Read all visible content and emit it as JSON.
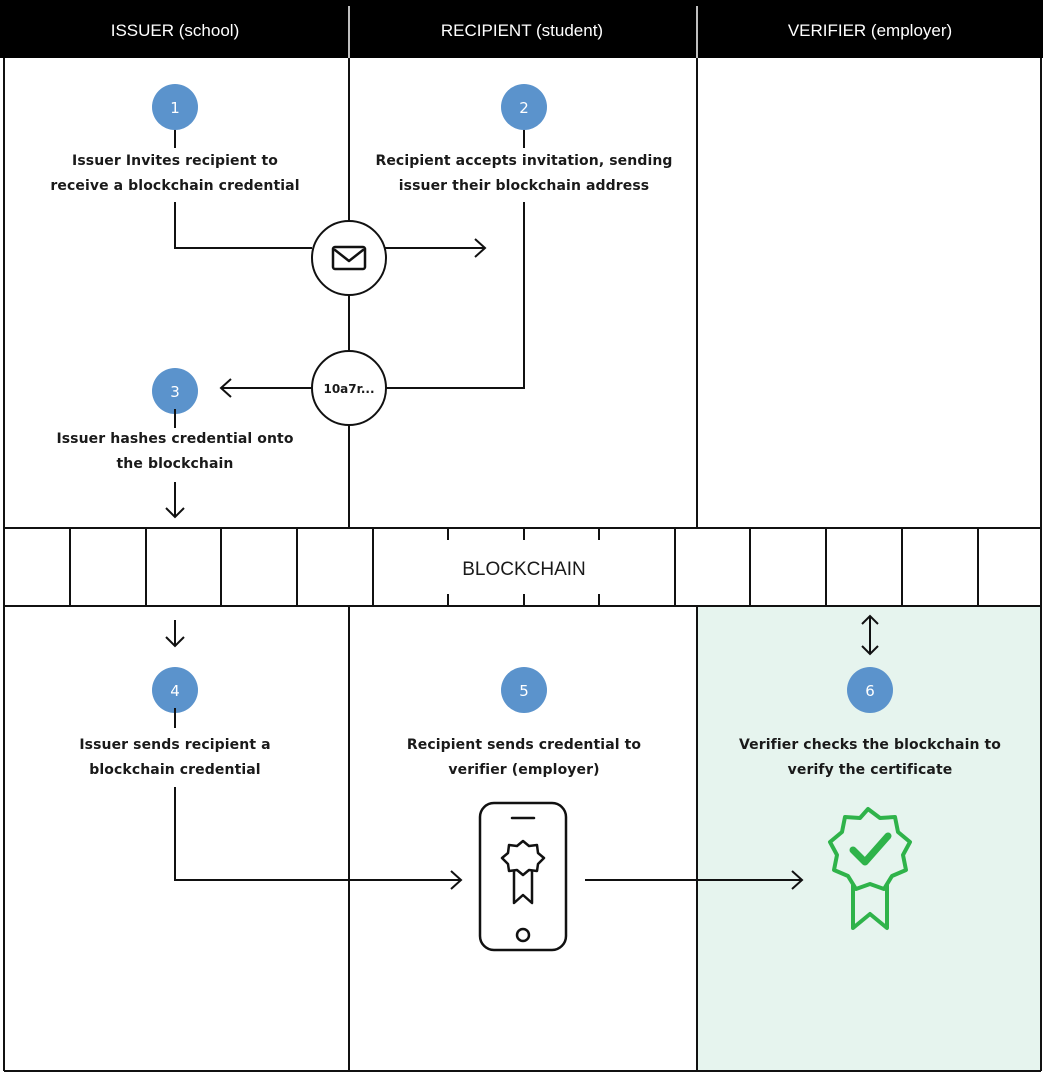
{
  "columns": {
    "issuer": "ISSUER (school)",
    "recipient": "RECIPIENT (student)",
    "verifier": "VERIFIER (employer)"
  },
  "blockchain_label": "BLOCKCHAIN",
  "address_label": "10a7r...",
  "steps": [
    {
      "number": "1",
      "line1": "Issuer Invites recipient to",
      "line2": "receive a blockchain credential"
    },
    {
      "number": "2",
      "line1": "Recipient accepts invitation, sending",
      "line2": "issuer their blockchain address"
    },
    {
      "number": "3",
      "line1": "Issuer hashes credential onto",
      "line2": "the blockchain"
    },
    {
      "number": "4",
      "line1": "Issuer sends recipient a",
      "line2": "blockchain credential"
    },
    {
      "number": "5",
      "line1": "Recipient sends credential to",
      "line2": "verifier (employer)"
    },
    {
      "number": "6",
      "line1": "Verifier checks the blockchain to",
      "line2": "verify the certificate"
    }
  ],
  "colors": {
    "header_bg": "#000000",
    "step_circle": "#5b93cc",
    "verifier_bg": "#e6f4ee",
    "badge_green": "#2fb34a"
  },
  "icons": [
    "envelope-icon",
    "smartphone-icon",
    "award-ribbon-icon",
    "verified-badge-icon"
  ]
}
